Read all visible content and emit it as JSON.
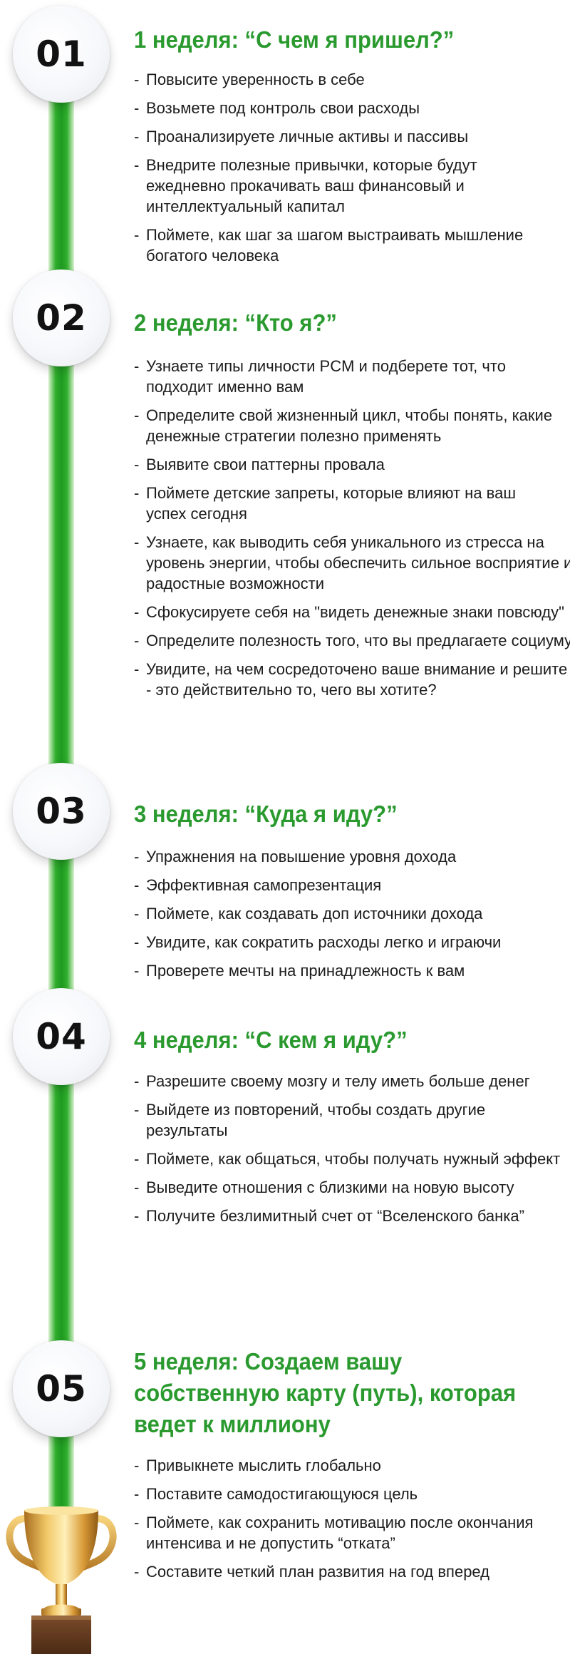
{
  "weeks": [
    {
      "number": "01",
      "title": "1 неделя: “С чем я пришел?”",
      "items": [
        "Повысите уверенность в себе",
        "Возьмете под контроль свои расходы",
        "Проанализируете личные активы и пассивы",
        "Внедрите полезные привычки, которые будут ежедневно прокачивать ваш финансовый и интеллектуальный капитал",
        "Поймете, как шаг за шагом выстраивать мышление богатого человека"
      ]
    },
    {
      "number": "02",
      "title": "2 неделя: “Кто я?”",
      "items": [
        "Узнаете типы личности PCM и подберете тот, что подходит именно вам",
        "Определите свой жизненный цикл, чтобы понять, какие денежные стратегии полезно применять",
        "Выявите свои паттерны провала",
        "Поймете детские запреты, которые влияют на ваш успех сегодня",
        "Узнаете, как выводить себя уникального из стресса на уровень энергии, чтобы обеспечить сильное  восприятие и радостные возможности",
        "Сфокусируете себя на \"видеть денежные знаки повсюду\"",
        "Определите полезность того, что вы предлагаете социуму",
        "Увидите, на чем сосредоточено ваше внимание и решите - это действительно то, чего вы хотите?"
      ]
    },
    {
      "number": "03",
      "title": "3 неделя: “Куда я иду?”",
      "items": [
        "Упражнения на повышение уровня дохода",
        "Эффективная самопрезентация",
        "Поймете, как создавать доп источники дохода",
        "Увидите, как сократить расходы легко и играючи",
        "Проверете мечты на принадлежность к вам"
      ]
    },
    {
      "number": "04",
      "title": "4 неделя: “С кем я иду?”",
      "items": [
        "Разрешите своему мозгу и телу иметь больше денег",
        "Выйдете из повторений, чтобы создать другие результаты",
        "Поймете, как общаться, чтобы получать нужный эффект",
        "Выведите отношения с близкими на новую высоту",
        "Получите безлимитный счет от “Вселенского банка”"
      ]
    },
    {
      "number": "05",
      "title": "5 неделя: Создаем вашу собственную карту (путь), которая ведет к миллиону",
      "items": [
        "Привыкнете мыслить глобально",
        "Поставите самодостигающуюся цель",
        "Поймете, как сохранить мотивацию после окончания интенсива и не допустить “отката”",
        "Составите четкий план развития на год вперед"
      ]
    }
  ]
}
